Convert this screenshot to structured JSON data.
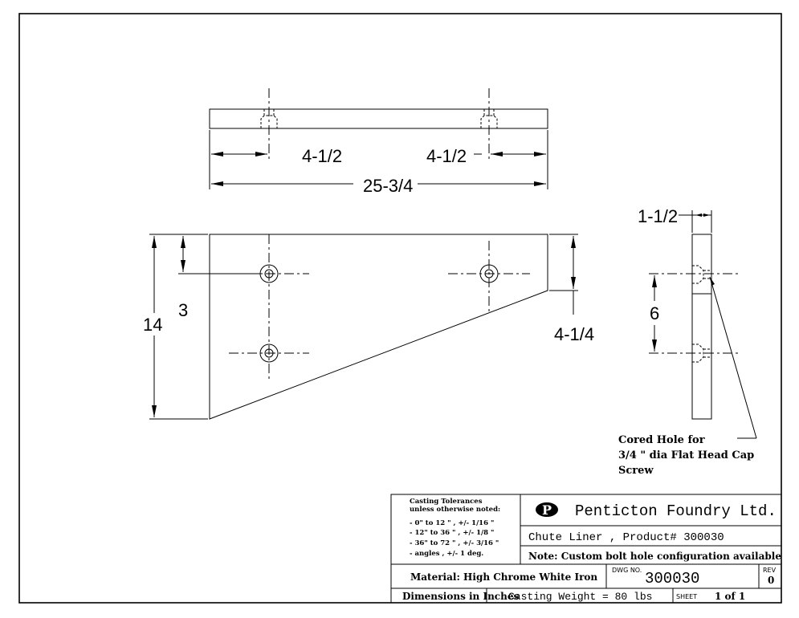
{
  "drawing": {
    "dimensions": {
      "left_offset": "4-1/2",
      "right_offset": "4-1/2",
      "overall_length": "25-3/4",
      "overall_height": "14",
      "hole_from_top": "3",
      "right_edge_height": "4-1/4",
      "thickness": "1-1/2",
      "hole_spacing": "6"
    },
    "note": {
      "line1": "Cored Hole for",
      "line2": "3/4 \" dia Flat Head Cap",
      "line3": "Screw"
    }
  },
  "title_block": {
    "tolerances": {
      "heading1": "Casting Tolerances",
      "heading2": "unless otherwise noted:",
      "rows": [
        "-   0\" to 12 \" , +/- 1/16 \"",
        "- 12\" to 36 \" , +/- 1/8 \"",
        "- 36\" to 72 \" , +/- 3/16 \"",
        "- angles       , +/- 1 deg."
      ]
    },
    "company": "Penticton Foundry Ltd.",
    "logo_letter": "P",
    "part": "Chute Liner , Product# 300030",
    "part_note": "Note: Custom bolt hole configuration available",
    "material": "Material: High Chrome White Iron",
    "dwg_no_label": "DWG NO.",
    "dwg_no": "300030",
    "rev_label": "REV",
    "rev": "0",
    "units": "Dimensions in Inches",
    "weight": "Casting Weight = 80 lbs",
    "sheet_label": "SHEET",
    "sheet": "1 of 1"
  }
}
